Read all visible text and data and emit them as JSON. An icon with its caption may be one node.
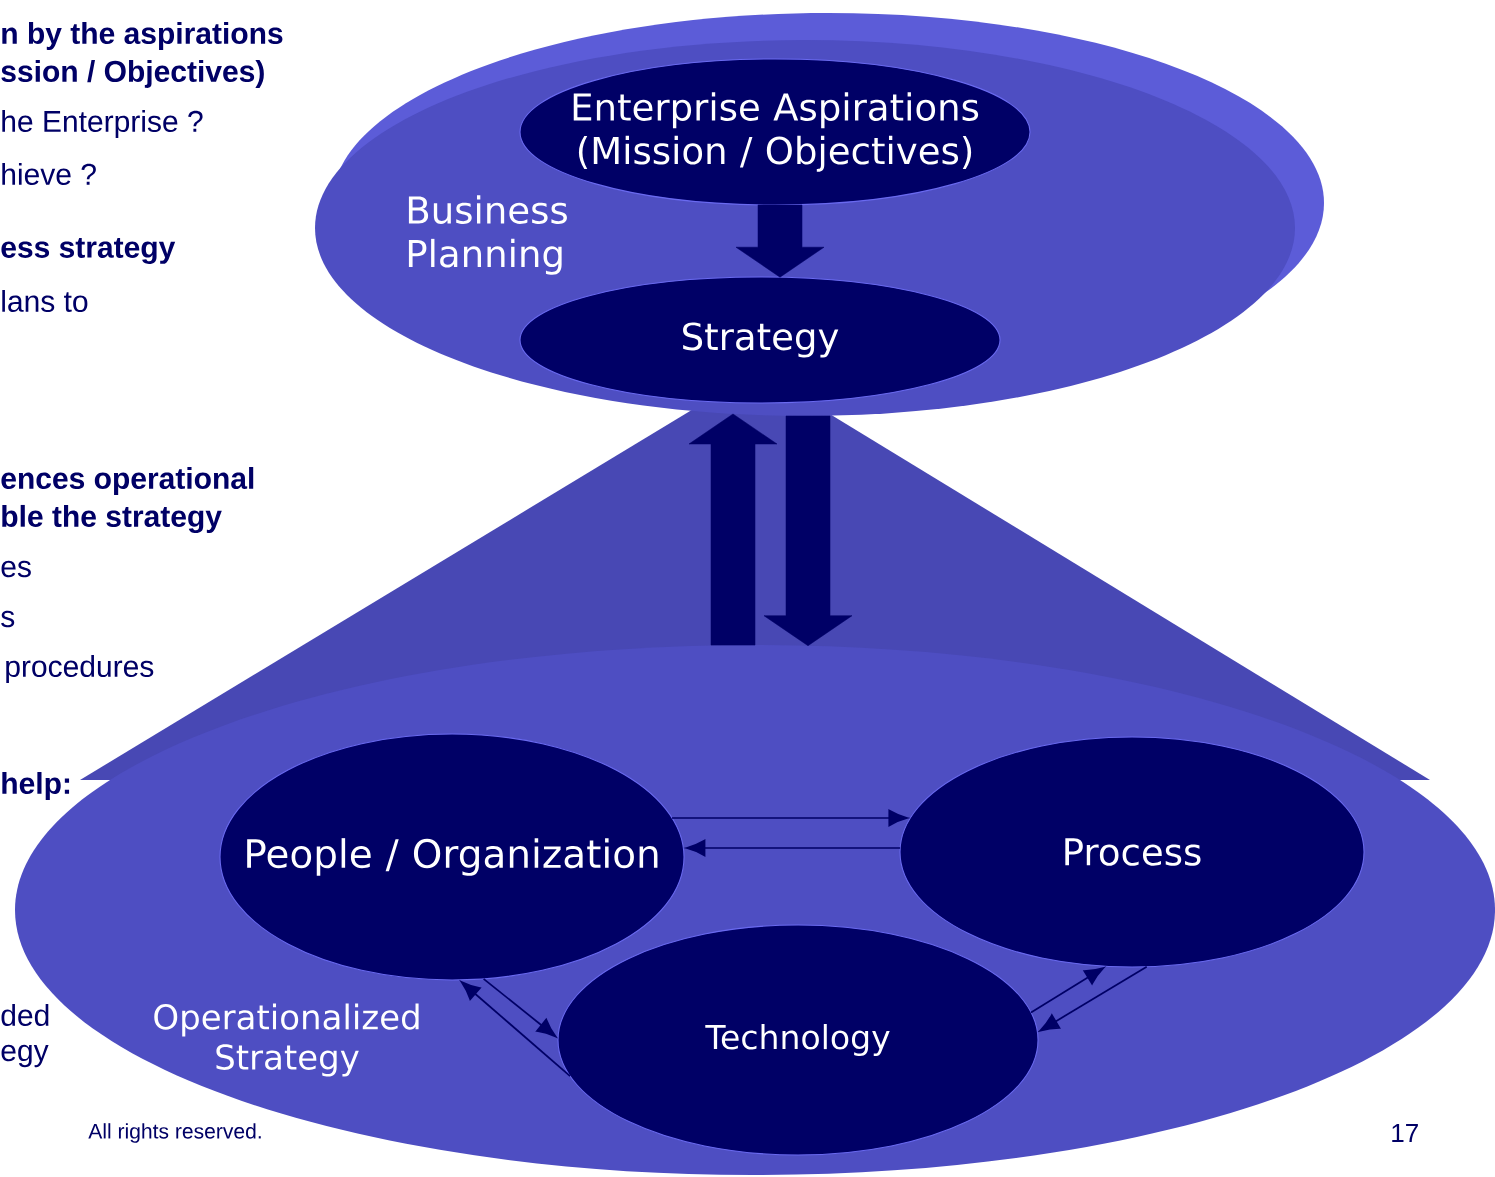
{
  "diagram": {
    "nodes": [
      {
        "text": [
          "Business Planning"
        ]
      },
      {
        "text": [
          "Enterprise Aspirations (Mission / Objectives)"
        ],
        "in": 0
      },
      {
        "text": [
          "Strategy"
        ],
        "in": 0
      },
      {
        "text": [
          "Operationalized Strategy"
        ]
      },
      {
        "text": [
          "People / Organization"
        ],
        "in": 3
      },
      {
        "text": [
          "Process"
        ],
        "in": 3
      },
      {
        "text": [
          "Technology"
        ],
        "in": 3
      }
    ],
    "edges": [
      {
        "from": 1,
        "to": 2,
        "arrow": "to",
        "style": "thick"
      },
      {
        "from": 3,
        "to": 0,
        "arrow": "to",
        "style": "thick"
      },
      {
        "from": 0,
        "to": 3,
        "arrow": "to",
        "style": "thick"
      },
      {
        "from": 4,
        "to": 5,
        "arrow": "to"
      },
      {
        "from": 5,
        "to": 4,
        "arrow": "to"
      },
      {
        "from": 6,
        "to": 4,
        "arrow": "to"
      },
      {
        "from": 4,
        "to": 6,
        "arrow": "to"
      },
      {
        "from": 6,
        "to": 5,
        "arrow": "to"
      },
      {
        "from": 5,
        "to": 6,
        "arrow": "to"
      }
    ],
    "labels": [
      "n by the aspirations",
      "ssion / Objectives)",
      "he Enterprise ?",
      "hieve ?",
      "ess strategy",
      "lans to",
      "ences operational",
      "ble the strategy",
      "es",
      "s",
      "procedures",
      "help:",
      "ded",
      "egy",
      "All rights reserved.",
      "17"
    ]
  }
}
